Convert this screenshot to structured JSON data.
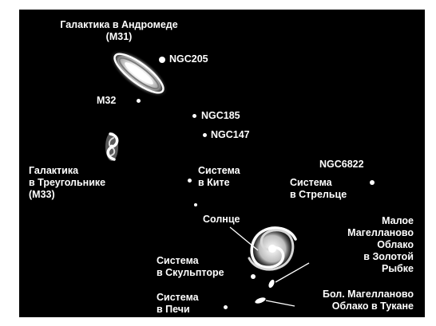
{
  "diagram": {
    "labels": {
      "andromeda": [
        "Галактика в Андромеде",
        "(M31)"
      ],
      "ngc205": "NGC205",
      "m32": "M32",
      "ngc185": "NGC185",
      "ngc147": "NGC147",
      "triangulum": [
        "Галактика",
        "в Треугольнике",
        "(M33)"
      ],
      "cetus": [
        "Система",
        "в Ките"
      ],
      "ngc6822": "NGC6822",
      "sagittarius": [
        "Система",
        "в Стрельце"
      ],
      "sun": "Солнце",
      "smc": [
        "Малое",
        "Магелланово",
        "Облако",
        "в Золотой",
        "Рыбке"
      ],
      "sculptor": [
        "Система",
        "в Скульпторе"
      ],
      "lmc": [
        "Бол. Магелланово",
        "Облако в Тукане"
      ],
      "fornax": [
        "Система",
        "в Печи"
      ]
    },
    "colors": {
      "background": "#000000",
      "text": "#ffffff"
    },
    "icons": [
      "andromeda-galaxy-icon",
      "triangulum-galaxy-icon",
      "milky-way-spiral-icon",
      "magellanic-cloud-icon"
    ]
  }
}
